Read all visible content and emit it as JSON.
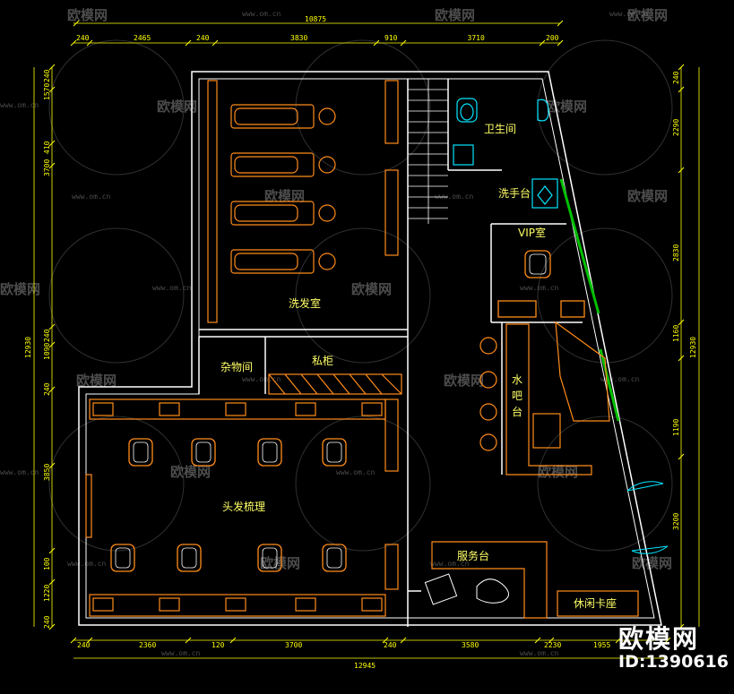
{
  "rooms": {
    "shampoo_room": "洗发室",
    "restroom": "卫生间",
    "wash_basin": "洗手台",
    "vip_room": "VIP室",
    "storage": "杂物间",
    "private_lockers": "私柜",
    "water_bar": "水\n吧\n台",
    "hair_styling": "头发梳理",
    "service_desk": "服务台",
    "lounge_booth": "休闲卡座"
  },
  "dimensions": {
    "top_total": "10875",
    "top": [
      "240",
      "2465",
      "240",
      "3830",
      "910",
      "3710",
      "200"
    ],
    "bottom": [
      "240",
      "2360",
      "120",
      "3700",
      "240",
      "3580",
      "2230",
      "1955"
    ],
    "bottom_total": "12945",
    "left_total": "12930",
    "left": [
      "240",
      "1570",
      "410",
      "3700",
      "240",
      "1090",
      "240",
      "3850",
      "100",
      "1220",
      "240"
    ],
    "right_total": "12930",
    "right": [
      "240",
      "2290",
      "2830",
      "1160",
      "1190",
      "3200"
    ]
  },
  "watermark": {
    "text": "欧模网",
    "url": "www.om.cn"
  },
  "brand": {
    "name": "欧模网",
    "id": "ID:1390616"
  },
  "colors": {
    "wall": "#ffffff",
    "furniture": "#ff8c1a",
    "dimension": "#ffff00",
    "fixture": "#00e5ff",
    "glass": "#00c000",
    "background": "#000000"
  }
}
